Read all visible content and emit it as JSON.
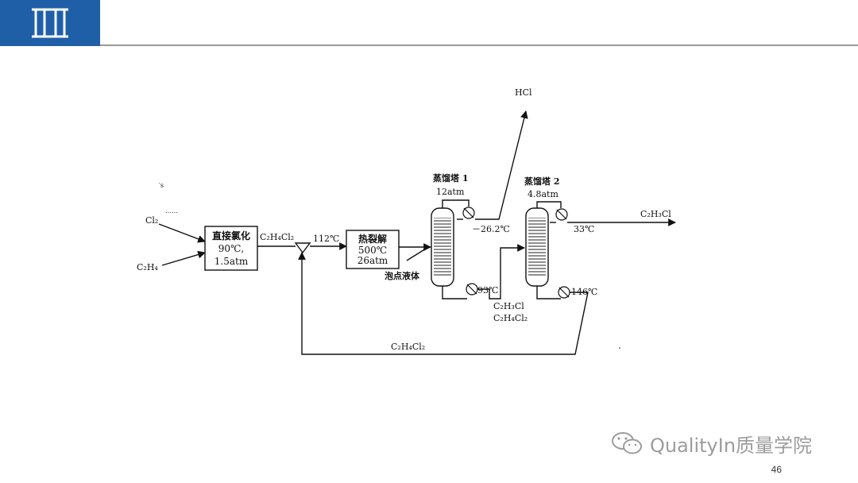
{
  "header": {
    "brand_color": "#1f5fa8",
    "logo_icon": "pillars-logo-icon"
  },
  "diagram": {
    "feed_cl2": "Cl₂",
    "feed_c2h4": "C₂H₄",
    "reactor": {
      "title": "直接氯化",
      "temp": "90℃,",
      "pressure": "1.5atm"
    },
    "stream_after_reactor": "C₂H₄Cl₂",
    "mix_temp": "112℃",
    "cracker": {
      "title": "热裂解",
      "temp": "500℃",
      "pressure": "26atm"
    },
    "bubble_liquid": "泡点液体",
    "column1": {
      "title": "蒸馏塔 1",
      "pressure": "12atm",
      "top_temp": "－26.2℃",
      "bottom_temp": "93℃"
    },
    "hcl_product": "HCl",
    "column1_bottoms_1": "C₂H₃Cl",
    "column1_bottoms_2": "C₂H₄Cl₂",
    "column2": {
      "title": "蒸馏塔 2",
      "pressure": "4.8atm",
      "top_temp": "33℃",
      "bottom_temp": "146℃"
    },
    "vcm_product": "C₂H₃Cl",
    "recycle_label": "C₂H₄Cl₂"
  },
  "watermark": {
    "text": "QualityIn质量学院",
    "icon": "wechat-icon"
  },
  "page_number": "46"
}
